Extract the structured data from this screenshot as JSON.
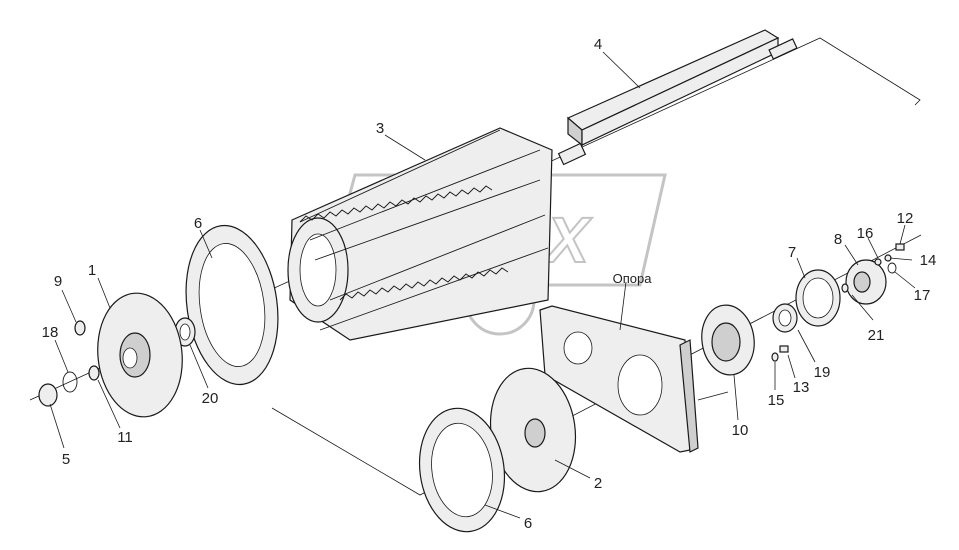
{
  "diagram": {
    "support_caption": "Опора",
    "callouts": [
      {
        "id": "c1",
        "text": "1"
      },
      {
        "id": "c2",
        "text": "2"
      },
      {
        "id": "c3",
        "text": "3"
      },
      {
        "id": "c4",
        "text": "4"
      },
      {
        "id": "c5",
        "text": "5"
      },
      {
        "id": "c6a",
        "text": "6"
      },
      {
        "id": "c6b",
        "text": "6"
      },
      {
        "id": "c7",
        "text": "7"
      },
      {
        "id": "c8",
        "text": "8"
      },
      {
        "id": "c9",
        "text": "9"
      },
      {
        "id": "c10",
        "text": "10"
      },
      {
        "id": "c11",
        "text": "11"
      },
      {
        "id": "c12",
        "text": "12"
      },
      {
        "id": "c13",
        "text": "13"
      },
      {
        "id": "c14",
        "text": "14"
      },
      {
        "id": "c15",
        "text": "15"
      },
      {
        "id": "c16",
        "text": "16"
      },
      {
        "id": "c17",
        "text": "17"
      },
      {
        "id": "c18",
        "text": "18"
      },
      {
        "id": "c19",
        "text": "19"
      },
      {
        "id": "c20",
        "text": "20"
      },
      {
        "id": "c21",
        "text": "21"
      }
    ],
    "watermark": "ОРЕХ",
    "colors": {
      "line": "#1a1a1a",
      "fill": "#eeeeee",
      "watermark": "#c4c4c4"
    }
  }
}
